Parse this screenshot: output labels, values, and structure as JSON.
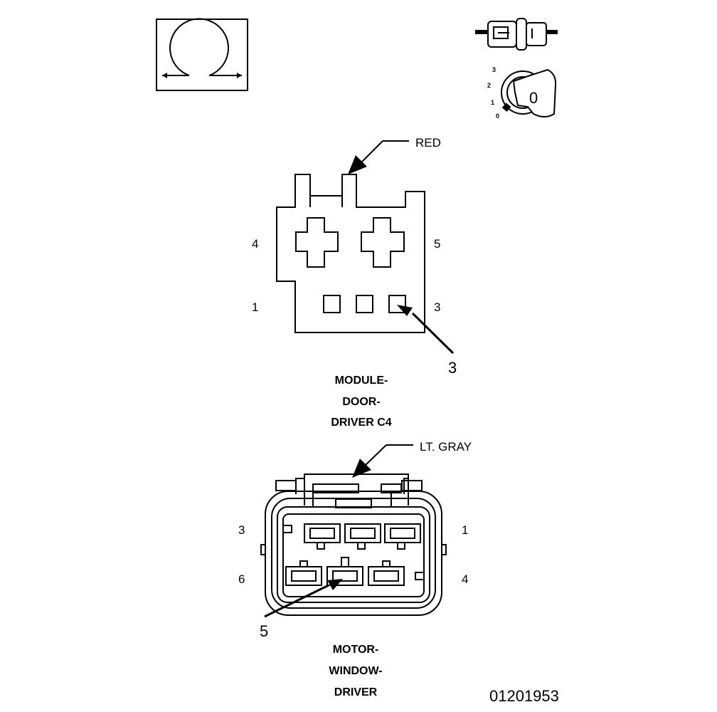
{
  "ohm_icon": {
    "name": "ohmmeter-icon"
  },
  "ignition_icon": {
    "name": "ignition-key-off-icon",
    "positions": [
      "3",
      "2",
      "1",
      "0"
    ],
    "key_label": "0"
  },
  "connector_1": {
    "wire_color": "RED",
    "pin_labels": {
      "top_left": "4",
      "top_right": "5",
      "bottom_left": "1",
      "bottom_right": "3"
    },
    "callout": "3",
    "name_lines": [
      "MODULE-",
      "DOOR-",
      "DRIVER C4"
    ]
  },
  "connector_2": {
    "wire_color": "LT. GRAY",
    "pin_labels": {
      "top_left": "3",
      "top_right": "1",
      "bottom_left": "6",
      "bottom_right": "4"
    },
    "callout": "5",
    "name_lines": [
      "MOTOR-",
      "WINDOW-",
      "DRIVER"
    ]
  },
  "figure_id": "01201953"
}
